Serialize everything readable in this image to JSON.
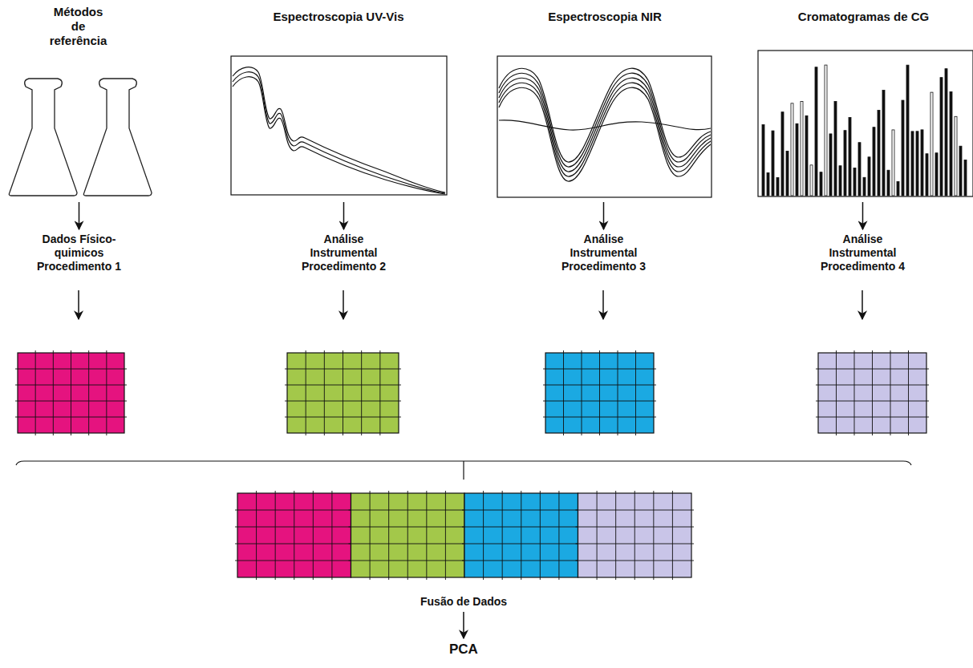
{
  "diagram": {
    "nodes": [
      {
        "text": [
          "Métodos de referência"
        ]
      },
      {
        "text": [
          "Espectroscopia UV-Vis"
        ]
      },
      {
        "text": [
          "Espectroscopia NIR"
        ]
      },
      {
        "text": [
          "Cromatogramas de CG"
        ]
      },
      {
        "text": [
          "Dados Físico-quimicos Procedimento 1"
        ]
      },
      {
        "text": [
          "Análise Instrumental Procedimento 2"
        ]
      },
      {
        "text": [
          "Análise Instrumental Procedimento 3"
        ]
      },
      {
        "text": [
          "Análise Instrumental Procedimento 4"
        ]
      },
      {
        "text": [
          "Fusão de Dados"
        ]
      },
      {
        "text": [
          "PCA"
        ]
      }
    ],
    "edges": [
      {
        "from": 0,
        "to": 4,
        "arrow": "to"
      },
      {
        "from": 1,
        "to": 5,
        "arrow": "to"
      },
      {
        "from": 2,
        "to": 6,
        "arrow": "to"
      },
      {
        "from": 3,
        "to": 7,
        "arrow": "to"
      },
      {
        "from": 8,
        "to": 9,
        "arrow": "to"
      }
    ]
  }
}
